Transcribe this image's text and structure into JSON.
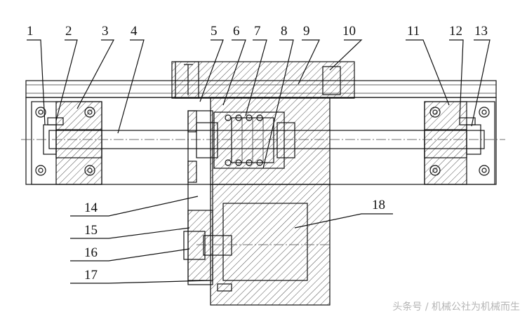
{
  "callouts": [
    "1",
    "2",
    "3",
    "4",
    "5",
    "6",
    "7",
    "8",
    "9",
    "10",
    "11",
    "12",
    "13",
    "14",
    "15",
    "16",
    "17",
    "18"
  ],
  "watermark": "头条号 / 机械公社为机械而生"
}
